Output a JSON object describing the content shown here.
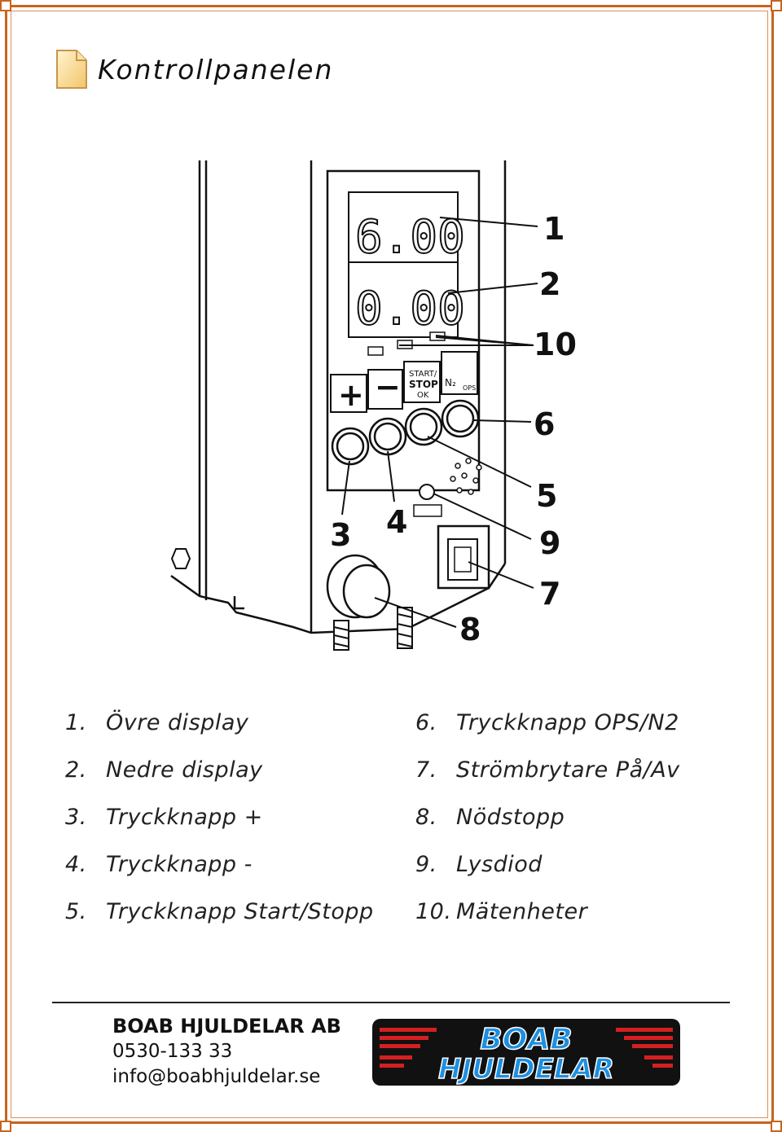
{
  "page": {
    "title": "Kontrollpanelen"
  },
  "diagram": {
    "upper_display": "6.00",
    "lower_display": "0.00",
    "button_labels": {
      "plus": "+",
      "minus": "−",
      "start_line1": "START/",
      "start_line2": "STOP",
      "start_line3": "OK",
      "n2": "N₂",
      "ops": "OPS"
    },
    "callouts": [
      "1",
      "2",
      "10",
      "6",
      "5",
      "9",
      "7",
      "8",
      "3",
      "4"
    ]
  },
  "legend_left": [
    {
      "num": "1.",
      "text": "Övre display"
    },
    {
      "num": "2.",
      "text": "Nedre display"
    },
    {
      "num": "3.",
      "text": "Tryckknapp +"
    },
    {
      "num": "4.",
      "text": "Tryckknapp -"
    },
    {
      "num": "5.",
      "text": "Tryckknapp Start/Stopp"
    }
  ],
  "legend_right": [
    {
      "num": "6.",
      "text": "Tryckknapp OPS/N2"
    },
    {
      "num": "7.",
      "text": "Strömbrytare På/Av"
    },
    {
      "num": "8.",
      "text": "Nödstopp"
    },
    {
      "num": "9.",
      "text": "Lysdiod"
    },
    {
      "num": "10.",
      "text": "Mätenheter"
    }
  ],
  "footer": {
    "company": "BOAB HJULDELAR AB",
    "phone": "0530-133 33",
    "email": "info@boabhjuldelar.se",
    "logo_line1": "BOAB",
    "logo_line2": "HJULDELAR"
  },
  "colors": {
    "border": "#c8641e",
    "logo_bg": "#111111",
    "logo_text": "#1e8fe0",
    "logo_red": "#d42020"
  }
}
